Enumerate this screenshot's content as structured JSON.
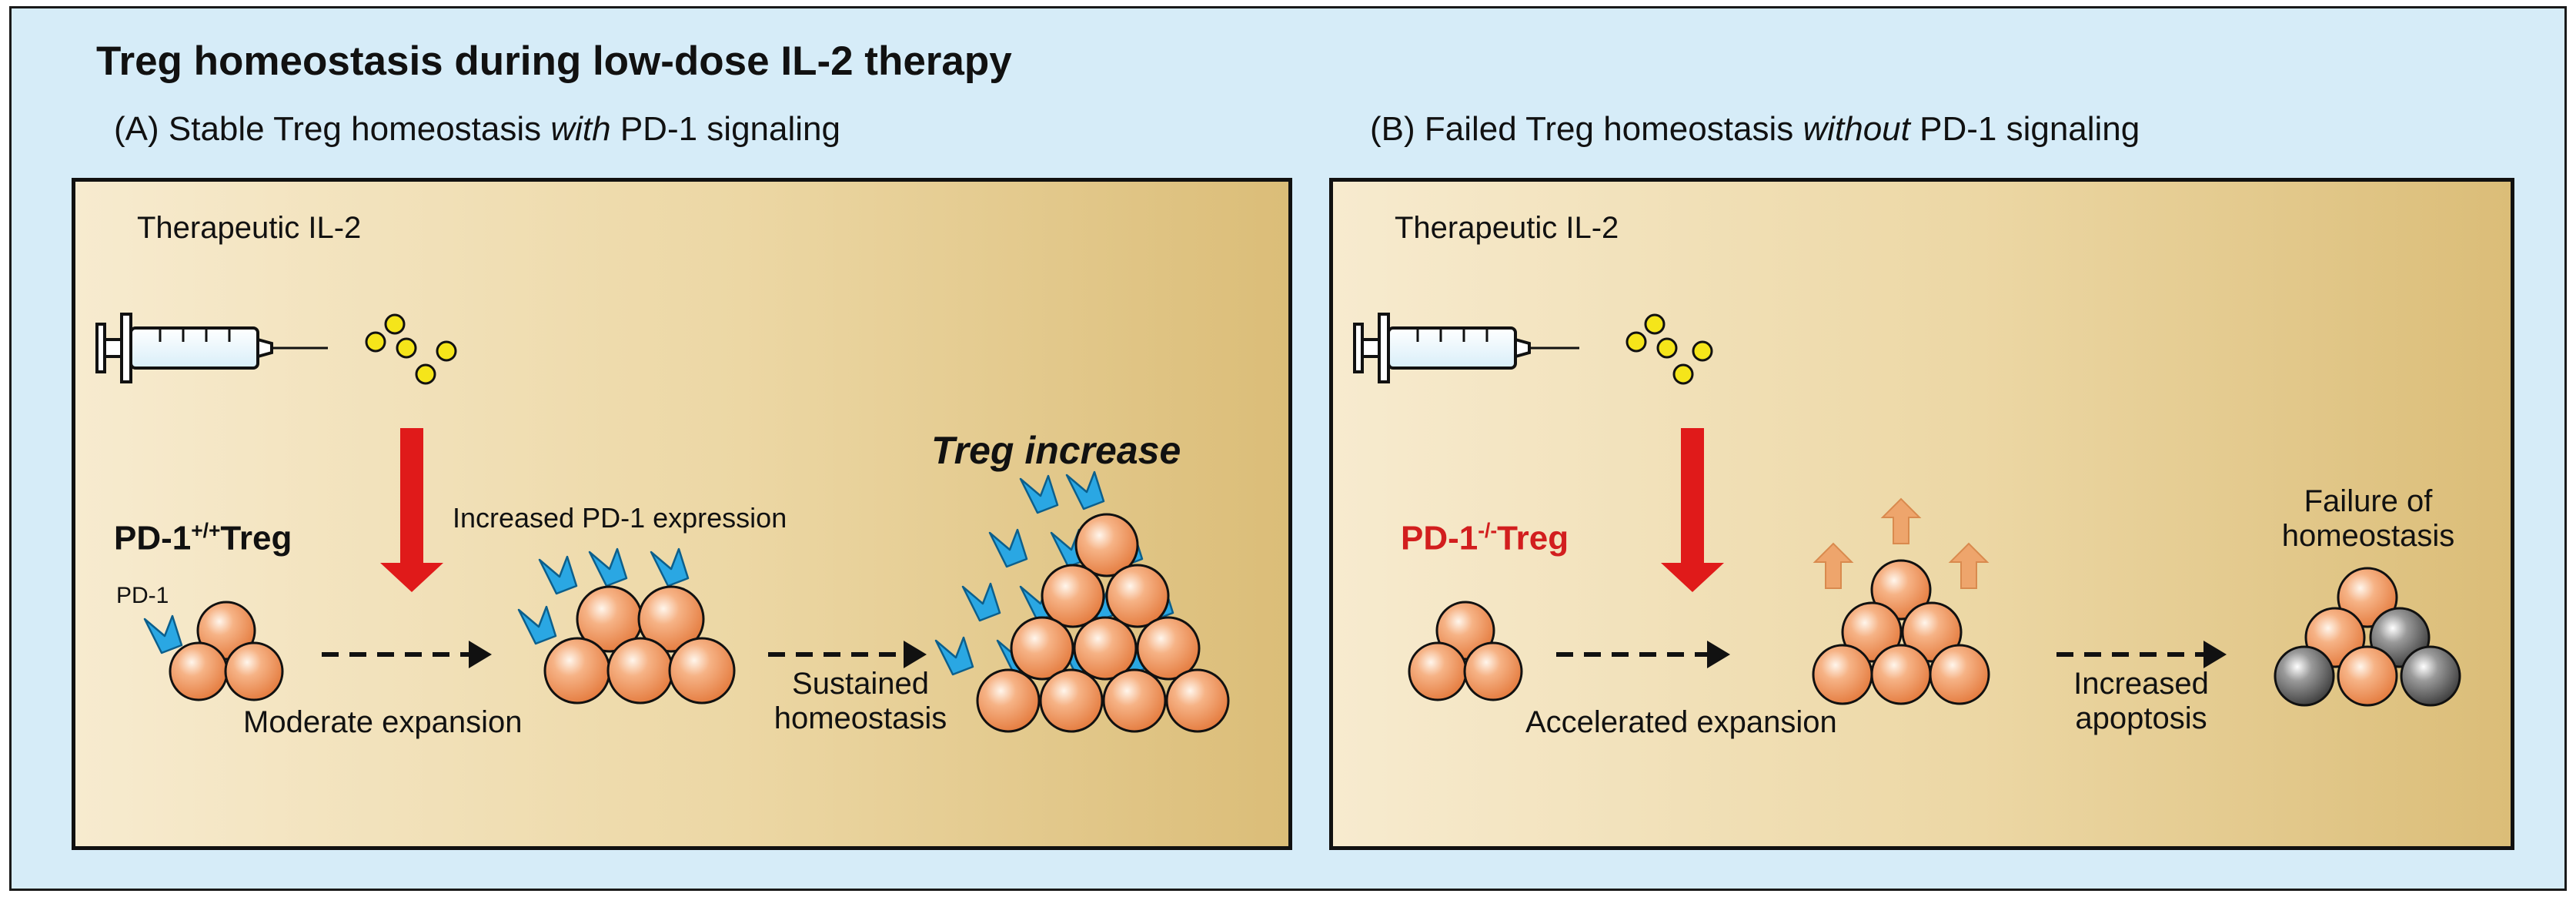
{
  "figure": {
    "title": "Treg homeostasis during low-dose IL-2 therapy",
    "colors": {
      "background": "#d6ecf8",
      "panel_light": "#f7ebcf",
      "panel_dark": "#dbbd78",
      "red_arrow": "#e01a1a",
      "cell_orange": "#f0935c",
      "pd1_receptor": "#2aa7e3",
      "apoptotic_cell": "#6b6b6b",
      "growth_arrow": "#eea56c"
    }
  },
  "panel_a": {
    "heading_prefix": "(A) Stable Treg homeostasis ",
    "heading_emph": "with",
    "heading_suffix": " PD-1 signaling",
    "therapeutic_label": "Therapeutic IL-2",
    "expression_label": "Increased PD-1 expression",
    "treg_label_main": "PD-1",
    "treg_label_sup": "+/+",
    "treg_label_tail": "Treg",
    "pd1_label": "PD-1",
    "expansion_label": "Moderate expansion",
    "sustained_line1": "Sustained",
    "sustained_line2": "homeostasis",
    "outcome_label": "Treg increase",
    "icons": [
      "syringe-icon",
      "il2-dots-icon",
      "down-arrow-icon",
      "treg-cell-icon",
      "pd1-receptor-icon"
    ]
  },
  "panel_b": {
    "heading_prefix": "(B) Failed Treg homeostasis ",
    "heading_emph": "without",
    "heading_suffix": " PD-1 signaling",
    "therapeutic_label": "Therapeutic IL-2",
    "treg_label_main": "PD-1",
    "treg_label_sup": "-/-",
    "treg_label_tail": "Treg",
    "expansion_label": "Accelerated expansion",
    "apoptosis_line1": "Increased",
    "apoptosis_line2": "apoptosis",
    "failure_line1": "Failure of",
    "failure_line2": "homeostasis",
    "icons": [
      "syringe-icon",
      "il2-dots-icon",
      "down-arrow-icon",
      "treg-cell-icon",
      "up-arrow-icon",
      "apoptotic-cell-icon"
    ]
  }
}
